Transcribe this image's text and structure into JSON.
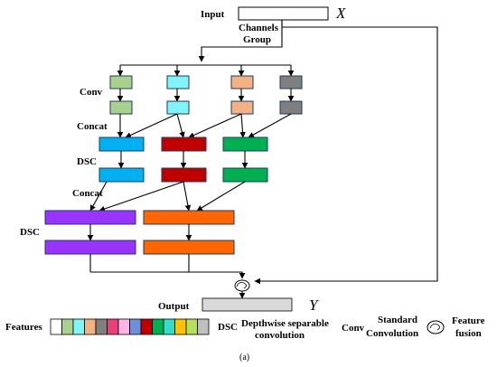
{
  "labels": {
    "input": "Input",
    "x_symbol": "X",
    "channels": "Channels",
    "group": "Group",
    "conv": "Conv",
    "concat1": "Concat",
    "dsc1": "DSC",
    "concat2": "Concat",
    "dsc2": "DSC",
    "output": "Output",
    "y_symbol": "Y",
    "features": "Features",
    "caption": "(a)"
  },
  "legend": {
    "dsc_abbr": "DSC",
    "dsc_line1": "Depthwise separable",
    "dsc_line2": "convolution",
    "conv_abbr": "Conv",
    "conv_line1": "Standard",
    "conv_line2": "Convolution",
    "fusion_line1": "Feature",
    "fusion_line2": "fusion"
  },
  "colors": {
    "group1": "#a9d18e",
    "group2": "#7ff5f7",
    "group3": "#f4b183",
    "group4": "#7f7f7f",
    "dsc_blue": "#00b0f0",
    "dsc_red": "#c00000",
    "dsc_green": "#00b050",
    "dsc_purple": "#9933ff",
    "dsc_orange": "#ff6600",
    "io_gray": "#d9d9d9"
  },
  "feature_colors": [
    "#ffffff",
    "#a9d18e",
    "#7ff5f7",
    "#f4b183",
    "#7f7f7f",
    "#e9407a",
    "#ffb3e6",
    "#6f8fd8",
    "#c00000",
    "#00b050",
    "#33ddcc",
    "#ffc000",
    "#b4e05a",
    "#bfbfbf"
  ]
}
